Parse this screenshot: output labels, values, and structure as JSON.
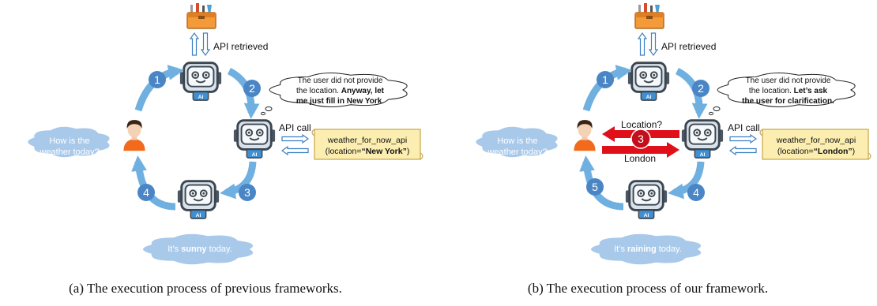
{
  "left": {
    "api_retrieved": "API retrieved",
    "api_call": "API call",
    "user_question_l1": "How is the",
    "user_question_l2": "weather today?",
    "thought_l1": "The user did not provide",
    "thought_l2": "the location. ",
    "thought_bold_l2": "Anyway, let",
    "thought_bold_l3": "me just fill in New York",
    "thought_end": ".",
    "api_name": "weather_for_now_api",
    "api_arg_pre": "(location=",
    "api_arg_val": "“New York”",
    "api_arg_post": ")",
    "answer_pre": "It’s ",
    "answer_bold": "sunny",
    "answer_post": " today.",
    "steps": [
      "1",
      "2",
      "3",
      "4"
    ],
    "caption": "(a) The execution process of previous frameworks."
  },
  "right": {
    "api_retrieved": "API retrieved",
    "api_call": "API call",
    "user_question_l1": "How is the",
    "user_question_l2": "weather today?",
    "thought_l1": "The user did not provide",
    "thought_l2": "the location. ",
    "thought_bold_l2": "Let’s ask",
    "thought_bold_l3": "the user for clarification.",
    "api_name": "weather_for_now_api",
    "api_arg_pre": "(location=",
    "api_arg_val": "“London”",
    "api_arg_post": ")",
    "ask_label": "Location?",
    "reply_label": "London",
    "answer_pre": "It’s ",
    "answer_bold": "raining",
    "answer_post": " today.",
    "steps": [
      "1",
      "2",
      "3",
      "4",
      "5"
    ],
    "caption": "(b) The execution process of our framework."
  },
  "colors": {
    "step_circle": "#4a86c5",
    "flow_arrow": "#6fb0e0",
    "cloud_fill": "#a9c9ea",
    "clarify_red": "#e0101a",
    "clarify_circle": "#c40e1b",
    "scroll_fill": "#fbeeb0",
    "scroll_stroke": "#c9a64a"
  }
}
